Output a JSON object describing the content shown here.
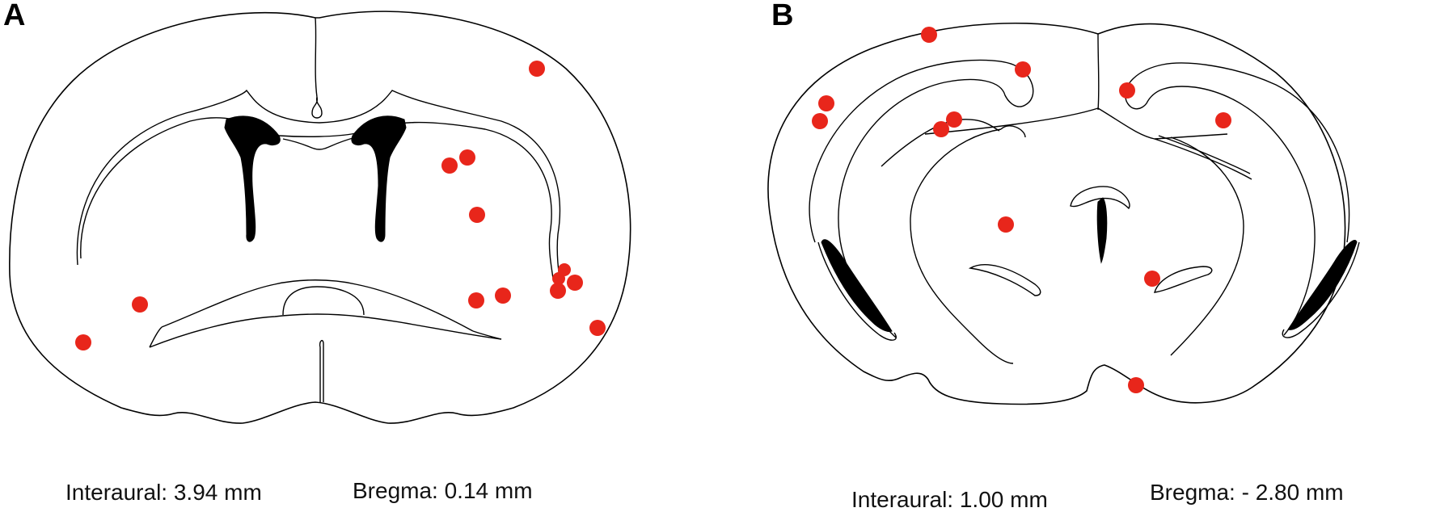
{
  "panels": [
    {
      "letter": "A",
      "interaural": "Interaural: 3.94 mm",
      "bregma": "Bregma: 0.14 mm",
      "marker_color": "#e8261b"
    },
    {
      "letter": "B",
      "interaural": "Interaural: 1.00 mm",
      "bregma": "Bregma: - 2.80 mm",
      "marker_color": "#e8261b"
    }
  ]
}
